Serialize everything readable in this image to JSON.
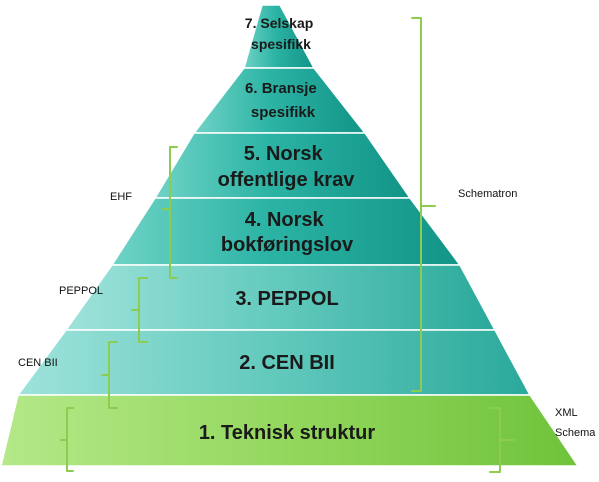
{
  "diagram": {
    "layers": [
      {
        "id": "layer-7",
        "lines": [
          "7. Selskap",
          "spesifikk"
        ]
      },
      {
        "id": "layer-6",
        "lines": [
          "6. Bransje",
          "spesifikk"
        ]
      },
      {
        "id": "layer-5",
        "lines": [
          "5. Norsk",
          "offentlige krav"
        ]
      },
      {
        "id": "layer-4",
        "lines": [
          "4. Norsk",
          "bokføringslov"
        ]
      },
      {
        "id": "layer-3",
        "lines": [
          "3. PEPPOL"
        ]
      },
      {
        "id": "layer-2",
        "lines": [
          "2. CEN BII"
        ]
      },
      {
        "id": "layer-1",
        "lines": [
          "1. Teknisk struktur"
        ]
      }
    ],
    "side_labels": {
      "ehf": "EHF",
      "peppol": "PEPPOL",
      "cen_bii": "CEN BII",
      "schematron": "Schematron",
      "xml_schema": [
        "XML",
        "Schema"
      ]
    },
    "colors": {
      "top_layers": "#1fa99c",
      "middle_layers": "#5cc6bb",
      "base_layer": "#8fd65a",
      "bracket": "#8dcc4e",
      "border": "#ffffff"
    }
  }
}
